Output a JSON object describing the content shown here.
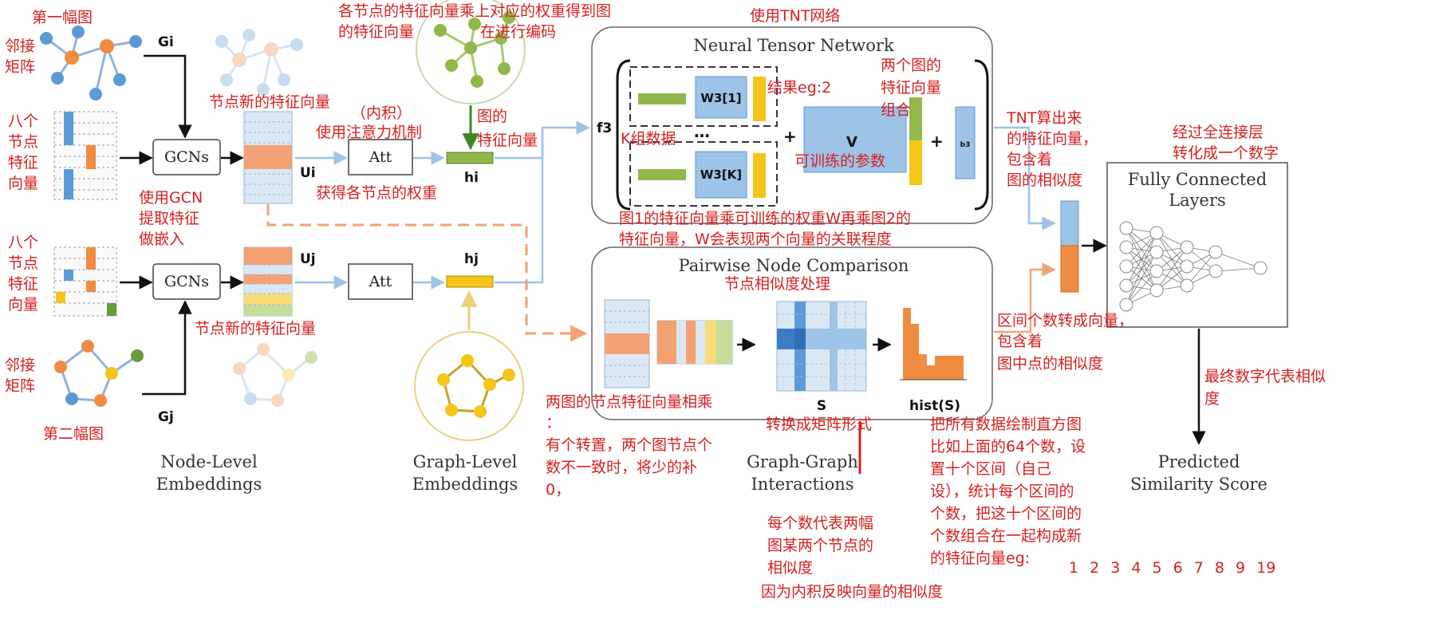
{
  "colors": {
    "annotation": "#d62020",
    "blue": "#5b9bd5",
    "orange": "#f08c40",
    "green": "#92b74b",
    "yellow": "#f5c518",
    "panel_border": "#666666",
    "arrow_blue": "#9dc3e6",
    "arrow_orange": "#f4a273"
  },
  "diagram": {
    "symbols": {
      "gi": "Gi",
      "gj": "Gj",
      "ui": "Ui",
      "uj": "Uj",
      "hi": "hi",
      "hj": "hj",
      "f3": "f3",
      "w1": "W3[1]",
      "wk": "W3[K]",
      "v": "V",
      "bias": "b3",
      "s": "S",
      "hist": "hist(S)",
      "dots": "…",
      "plus1": "+",
      "plus2": "+"
    },
    "blocks": {
      "gcn_top": "GCNs",
      "gcn_bottom": "GCNs",
      "att_top": "Att",
      "att_bottom": "Att"
    },
    "panels": {
      "ntn_title": "Neural Tensor Network",
      "pnc_title": "Pairwise Node Comparison",
      "fc_title_line1": "Fully Connected",
      "fc_title_line2": "Layers"
    },
    "section_labels": {
      "node_level_1": "Node-Level",
      "node_level_2": "Embeddings",
      "graph_level_1": "Graph-Level",
      "graph_level_2": "Embeddings",
      "gg_1": "Graph-Graph",
      "gg_2": "Interactions",
      "pred_1": "Predicted",
      "pred_2": "Similarity Score"
    }
  },
  "annotations": {
    "first_graph": "第一幅图",
    "adj1_a": "邻接",
    "adj1_b": "矩阵",
    "eight1_a": "八个",
    "eight1_b": "节点",
    "eight1_c": "特征",
    "eight1_d": "向量",
    "eight2_a": "八个",
    "eight2_b": "节点",
    "eight2_c": "特征",
    "eight2_d": "向量",
    "adj2_a": "邻接",
    "adj2_b": "矩阵",
    "second_graph": "第二幅图",
    "gcn_1": "使用GCN",
    "gcn_2": "提取特征",
    "gcn_3": "做嵌入",
    "new_feat_top": "节点新的特征向量",
    "new_feat_bottom": "节点新的特征向量",
    "inner": "（内积）",
    "att_mech": "使用注意力机制",
    "weights": "获得各节点的权重",
    "weighted_1": "各节点的特征向量乘上对应的权重得到图",
    "weighted_2": "的特征向量",
    "encode": "在进行编码",
    "graph_vec_1": "图的",
    "graph_vec_2": "特征向量",
    "use_tnt": "使用TNT网络",
    "result": "结果eg:2",
    "k_groups": "K组数据",
    "two_graphs_1": "两个图的",
    "two_graphs_2": "特征向量",
    "two_graphs_3": "组合",
    "trainable": "可训练的参数",
    "w_explain_1": "图1的特征向量乘可训练的权重W再乘图2的",
    "w_explain_2": "特征向量，W会表现两个向量的关联程度",
    "tnt_out_1": "TNT算出来",
    "tnt_out_2": "的特征向量，",
    "tnt_out_3": "包含着",
    "tnt_out_4": "图的相似度",
    "fc_1": "经过全连接层",
    "fc_2": "转化成一个数字",
    "node_sim": "节点相似度处理",
    "bins_1": "区间个数转成向量，",
    "bins_2": "包含着",
    "bins_3": "图中点的相似度",
    "final_1": "最终数字代表相似",
    "final_2": "度",
    "mult_1": "两图的节点特征向量相乘",
    "mult_2": "：",
    "mult_3": "有个转置，两个图节点个",
    "mult_4": "数不一致时，将少的补",
    "mult_5": "0，",
    "to_matrix": "转换成矩阵形式",
    "hist_1": "把所有数据绘制直方图",
    "hist_2": "比如上面的64个数，设",
    "hist_3": "置十个区间（自己",
    "hist_4": "设），统计每个区间的",
    "hist_5": "个数，把这十个区间的",
    "hist_6": "个数组合在一起构成新",
    "hist_7": "的特征向量eg:",
    "hist_values": "1 2 3 4 5 6 7 8 9 19",
    "each_1": "每个数代表两幅",
    "each_2": "图某两个节点的",
    "each_3": "相似度",
    "inner_reason": "因为内积反映向量的相似度"
  }
}
